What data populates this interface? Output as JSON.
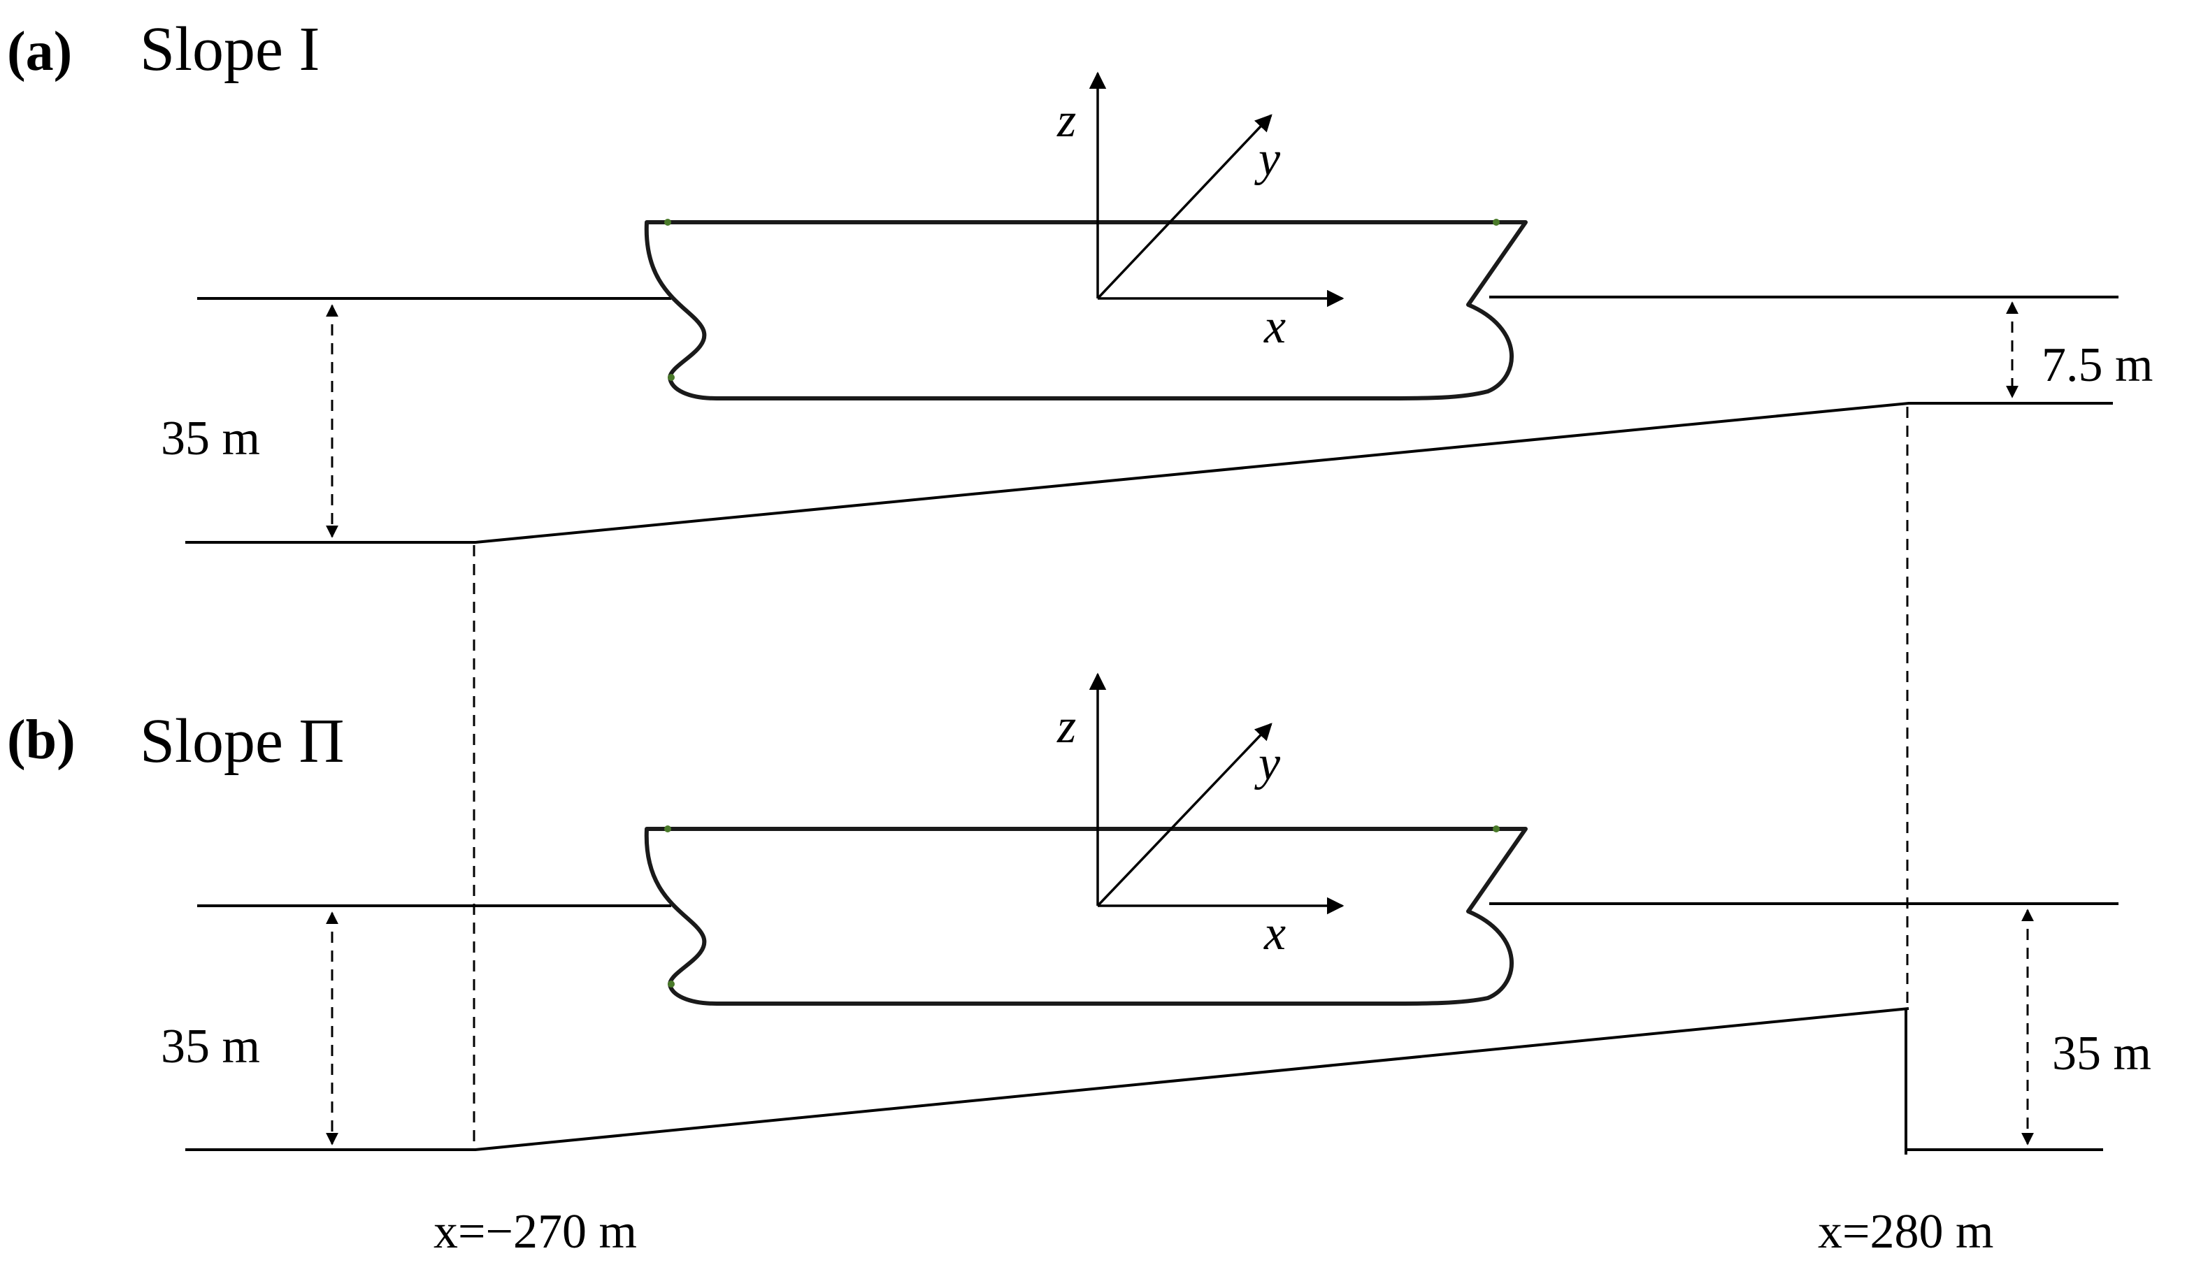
{
  "panel_a": {
    "letter": "(a)",
    "title": "Slope I",
    "axis_z": "z",
    "axis_y": "y",
    "axis_x": "x",
    "depth_left": "35 m",
    "depth_right": "7.5 m"
  },
  "panel_b": {
    "letter": "(b)",
    "title": "Slope Π",
    "axis_z": "z",
    "axis_y": "y",
    "axis_x": "x",
    "depth_left": "35 m",
    "depth_right": "35 m"
  },
  "positions": {
    "left": "x=−270 m",
    "right": "x=280 m"
  }
}
